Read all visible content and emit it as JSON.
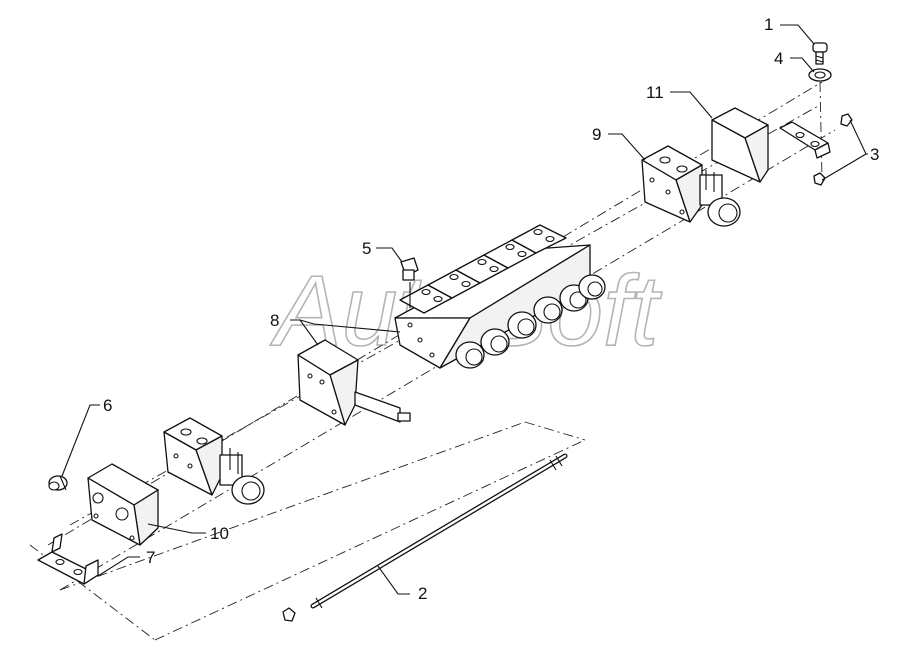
{
  "diagram": {
    "watermark": "AutoSoft",
    "callouts": [
      {
        "id": "c1",
        "label": "1"
      },
      {
        "id": "c2",
        "label": "2"
      },
      {
        "id": "c3",
        "label": "3"
      },
      {
        "id": "c4",
        "label": "4"
      },
      {
        "id": "c5",
        "label": "5"
      },
      {
        "id": "c6",
        "label": "6"
      },
      {
        "id": "c7",
        "label": "7"
      },
      {
        "id": "c8",
        "label": "8"
      },
      {
        "id": "c9",
        "label": "9"
      },
      {
        "id": "c10",
        "label": "10"
      },
      {
        "id": "c11",
        "label": "11"
      }
    ],
    "colors": {
      "line": "#111111",
      "background": "#ffffff",
      "watermark": "#777777"
    }
  }
}
